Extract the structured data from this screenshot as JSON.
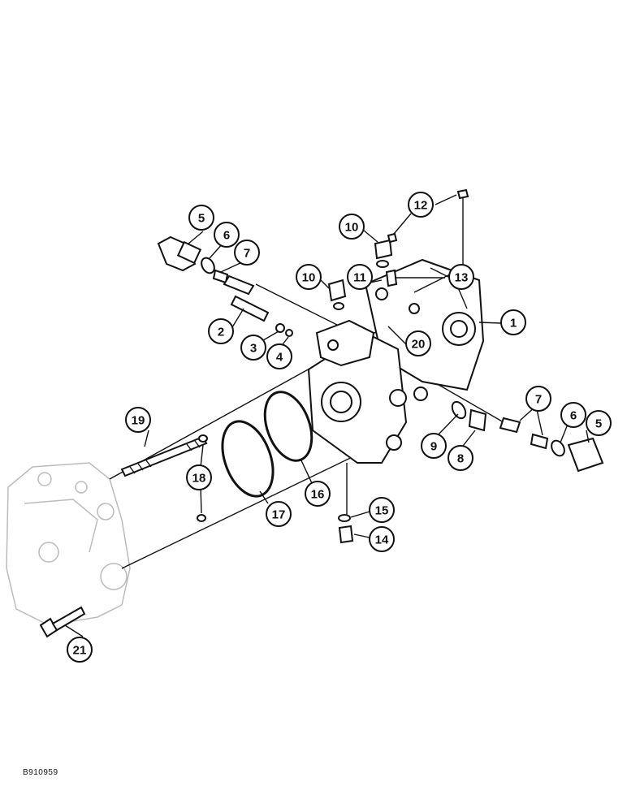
{
  "figure_id": "B910959",
  "callouts": [
    {
      "label": "1"
    },
    {
      "label": "2"
    },
    {
      "label": "3"
    },
    {
      "label": "4"
    },
    {
      "label": "5"
    },
    {
      "label": "6"
    },
    {
      "label": "7"
    },
    {
      "label": "10"
    },
    {
      "label": "12"
    },
    {
      "label": "10"
    },
    {
      "label": "11"
    },
    {
      "label": "13"
    },
    {
      "label": "20"
    },
    {
      "label": "19"
    },
    {
      "label": "18"
    },
    {
      "label": "17"
    },
    {
      "label": "16"
    },
    {
      "label": "15"
    },
    {
      "label": "14"
    },
    {
      "label": "9"
    },
    {
      "label": "8"
    },
    {
      "label": "7"
    },
    {
      "label": "6"
    },
    {
      "label": "5"
    },
    {
      "label": "21"
    }
  ]
}
